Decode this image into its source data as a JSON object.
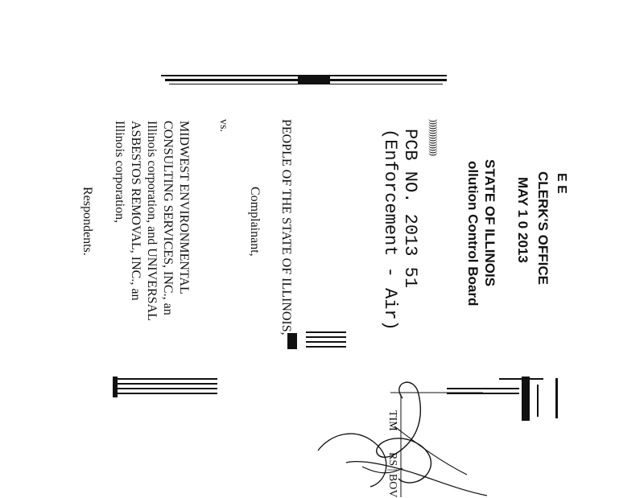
{
  "stamp": {
    "letters": "E E",
    "clerks_office": "CLERK'S OFFICE",
    "date": "MAY 1 0 2013",
    "state": "STATE OF ILLINOIS",
    "board": "ollution Control Board"
  },
  "case": {
    "number": "PCB NO. 2013 51",
    "type": "(Enforcement - Air)",
    "brackets": ")))))))))))))))"
  },
  "parties": {
    "complainant_name": "PEOPLE OF THE STATE OF ILLINOIS,",
    "complainant_role": "Complainant,",
    "vs": "vs.",
    "respondent_lines": [
      "MIDWEST ENVIRONMENTAL",
      "CONSULTING SERVICES, INC., an",
      "Illinois corporation, and UNIVERSAL",
      "ASBESTOS REMOVAL, INC., an",
      "Illinois corporation,"
    ],
    "respondent_role": "Respondents."
  },
  "signature": {
    "left_fragment": "TIM",
    "right_fragment": "RS | BOV"
  },
  "colors": {
    "ink": "#111111",
    "background": "#ffffff"
  }
}
